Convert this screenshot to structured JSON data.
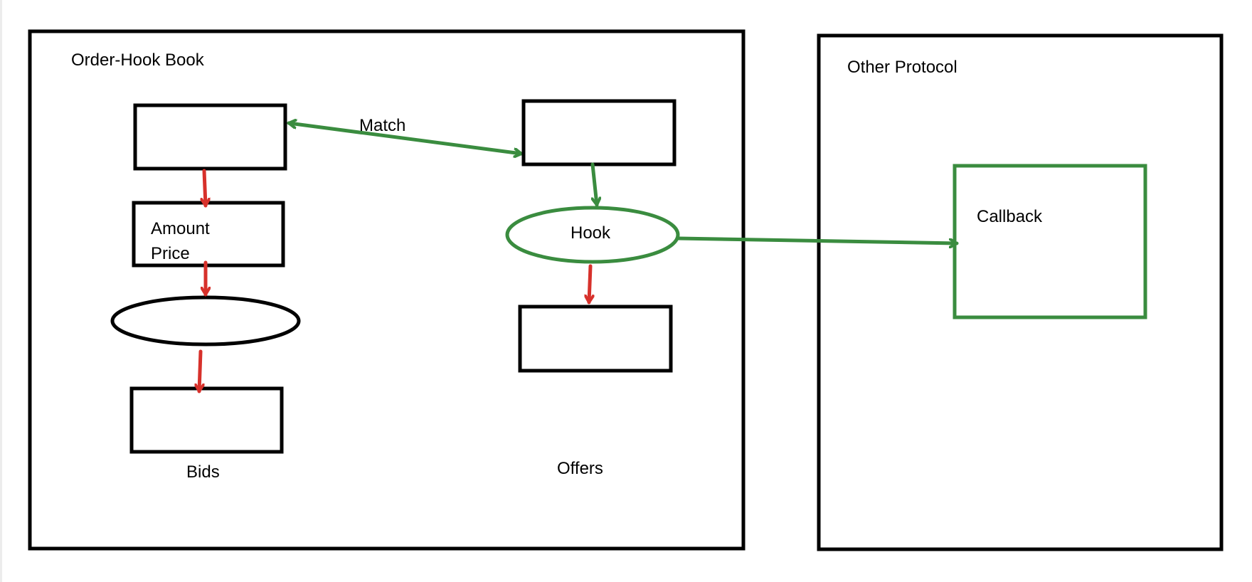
{
  "diagram": {
    "order_hook_book": {
      "title": "Order-Hook Book",
      "match_label": "Match",
      "bids_side": {
        "top_box_label": "",
        "amount_label": "Amount",
        "price_label": "Price",
        "bottom_label": "Bids"
      },
      "offers_side": {
        "hook_label": "Hook",
        "bottom_label": "Offers"
      }
    },
    "other_protocol": {
      "title": "Other Protocol",
      "callback_label": "Callback"
    }
  },
  "colors": {
    "outline": "#000000",
    "hook_flow": "#3a8c3f",
    "order_flow": "#d7312b",
    "background": "#ffffff"
  }
}
